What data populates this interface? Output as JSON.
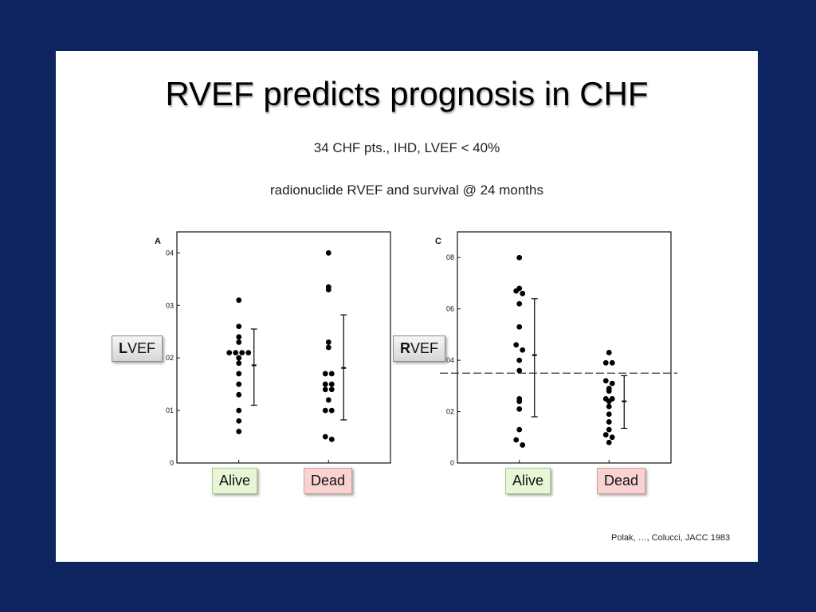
{
  "slide": {
    "title": "RVEF predicts prognosis in CHF",
    "subtitle1": "34 CHF pts., IHD, LVEF < 40%",
    "subtitle2": "radionuclide RVEF and survival @ 24 months",
    "citation": "Polak, …, Colucci, JACC 1983",
    "background_color": "#0d2461"
  },
  "labels": {
    "left_prefix": "L",
    "left_suffix": "VEF",
    "right_prefix": "R",
    "right_suffix": "VEF",
    "alive": "Alive",
    "dead": "Dead"
  },
  "chart_data": [
    {
      "type": "scatter",
      "panel_label": "A",
      "ylabel": "LVEF",
      "categories": [
        "Alive",
        "Dead"
      ],
      "ylim": [
        0,
        0.44
      ],
      "yticks": [
        0,
        0.1,
        0.2,
        0.3,
        0.4
      ],
      "ytick_labels": [
        "0",
        "01",
        "02",
        "03",
        "04"
      ],
      "series": [
        {
          "name": "Alive",
          "values": [
            0.31,
            0.26,
            0.24,
            0.23,
            0.21,
            0.21,
            0.21,
            0.21,
            0.2,
            0.19,
            0.17,
            0.15,
            0.13,
            0.1,
            0.08,
            0.06
          ],
          "mean": 0.186,
          "sd_low": 0.11,
          "sd_high": 0.255
        },
        {
          "name": "Dead",
          "values": [
            0.4,
            0.335,
            0.33,
            0.23,
            0.22,
            0.17,
            0.17,
            0.15,
            0.15,
            0.14,
            0.14,
            0.12,
            0.1,
            0.1,
            0.05,
            0.045
          ],
          "mean": 0.181,
          "sd_low": 0.082,
          "sd_high": 0.282
        }
      ]
    },
    {
      "type": "scatter",
      "panel_label": "C",
      "ylabel": "RVEF",
      "categories": [
        "Alive",
        "Dead"
      ],
      "ylim": [
        0,
        0.9
      ],
      "yticks": [
        0,
        0.2,
        0.4,
        0.6,
        0.8
      ],
      "ytick_labels": [
        "0",
        "02",
        "04",
        "06",
        "08"
      ],
      "reference_line": 0.35,
      "series": [
        {
          "name": "Alive",
          "values": [
            0.8,
            0.68,
            0.67,
            0.66,
            0.62,
            0.53,
            0.46,
            0.44,
            0.4,
            0.36,
            0.25,
            0.24,
            0.21,
            0.13,
            0.09,
            0.07
          ],
          "mean": 0.42,
          "sd_low": 0.18,
          "sd_high": 0.64
        },
        {
          "name": "Dead",
          "values": [
            0.43,
            0.39,
            0.39,
            0.32,
            0.31,
            0.29,
            0.28,
            0.25,
            0.25,
            0.24,
            0.22,
            0.19,
            0.16,
            0.13,
            0.11,
            0.1,
            0.08
          ],
          "mean": 0.24,
          "sd_low": 0.135,
          "sd_high": 0.34
        }
      ]
    }
  ]
}
